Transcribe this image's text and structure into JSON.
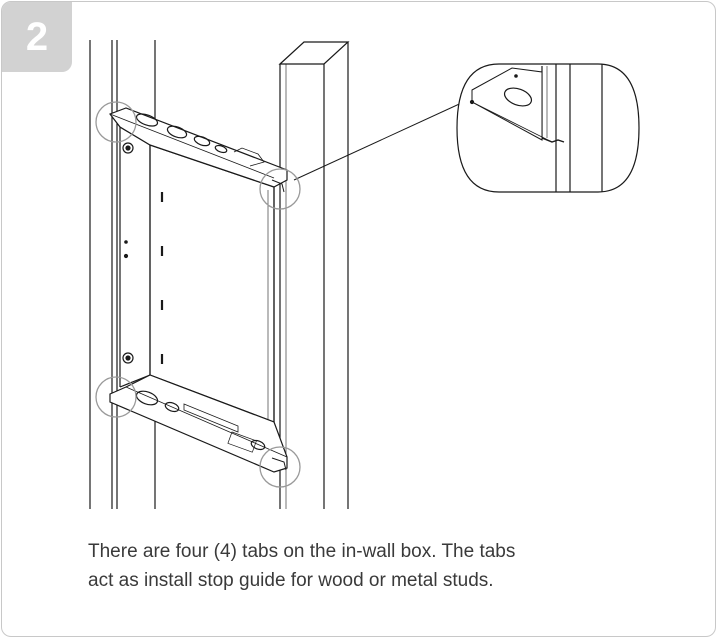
{
  "step": {
    "number": "2"
  },
  "caption": {
    "line1": "There are four (4) tabs on the in-wall box. The tabs",
    "line2": "act as install stop guide for wood or metal studs."
  },
  "colors": {
    "border": "#c8c8c8",
    "badge": "#d2d2d2",
    "drawing": "#1a1a1a",
    "text": "#3a3a3a",
    "callout_circle": "#9a9a9a"
  }
}
